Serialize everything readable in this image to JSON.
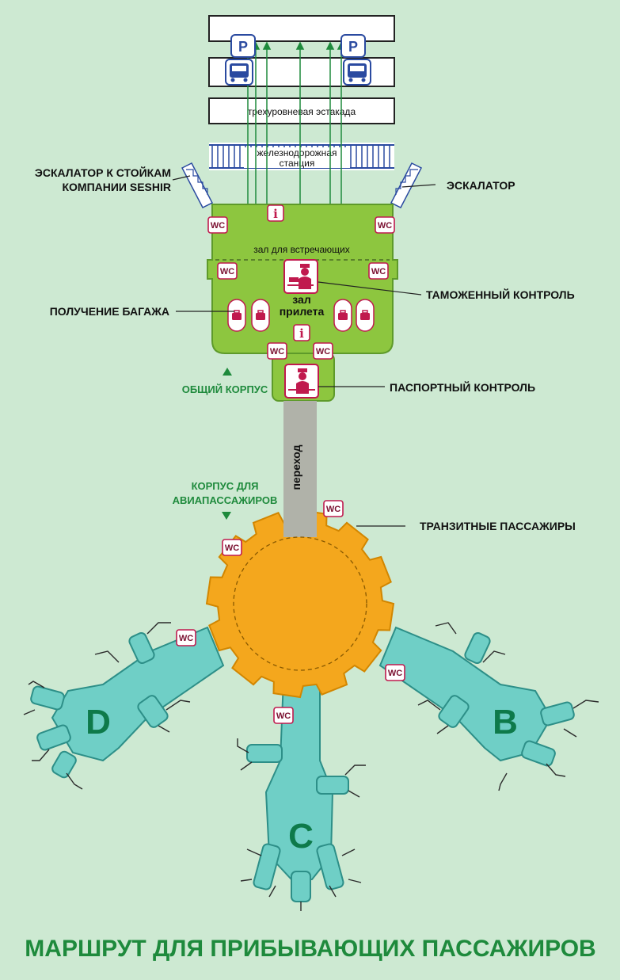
{
  "title": "МАРШРУТ ДЛЯ ПРИБЫВАЮЩИХ ПАССАЖИРОВ",
  "overpass": "трехуровневая эстакада",
  "railway_station": [
    "железнодорожная",
    "станция"
  ],
  "escalator_left": [
    "ЭСКАЛАТОР К СТОЙКАМ",
    "КОМПАНИИ SESHIR"
  ],
  "escalator_right": "ЭСКАЛАТОР",
  "meeting_hall": "зал для встречающих",
  "arrival_hall": [
    "зал",
    "прилета"
  ],
  "customs": "ТАМОЖЕННЫЙ КОНТРОЛЬ",
  "baggage": "ПОЛУЧЕНИЕ БАГАЖА",
  "passport": "ПАСПОРТНЫЙ КОНТРОЛЬ",
  "main_building": "ОБЩИЙ КОРПУС",
  "passenger_building": [
    "КОРПУС ДЛЯ",
    "АВИАПАССАЖИРОВ"
  ],
  "passage": "переход",
  "transit": "ТРАНЗИТНЫЕ ПАССАЖИРЫ",
  "wc": "WC",
  "info_symbol": "i",
  "parking_symbol": "P",
  "concourses": {
    "d": "D",
    "c": "C",
    "b": "B"
  },
  "icons": {
    "parking": "parking-icon",
    "bus": "bus-icon",
    "wc": "wc-icon",
    "info": "info-icon",
    "baggage": "suitcase-icon",
    "officer": "officer-icon"
  },
  "colors": {
    "background": "#cde9d2",
    "arrival_building": "#8dc63f",
    "central_hub": "#f4a71d",
    "concourse": "#6fcfc6",
    "passage": "#b0b2a9",
    "accent_red": "#c01a4e",
    "title_green": "#1e8a3c",
    "road_blue": "#2a4aa0"
  }
}
